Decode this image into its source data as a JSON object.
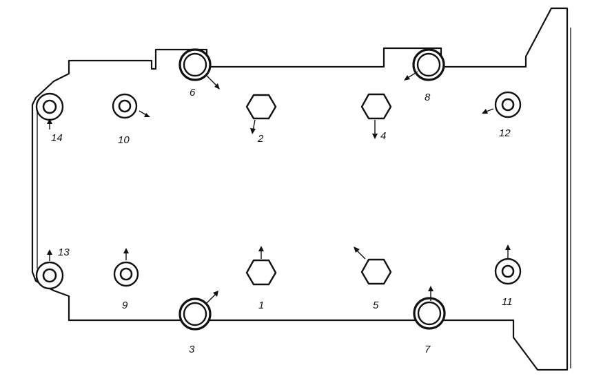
{
  "diagram": {
    "bolts": [
      {
        "label": "1"
      },
      {
        "label": "2"
      },
      {
        "label": "3"
      },
      {
        "label": "4"
      },
      {
        "label": "5"
      },
      {
        "label": "6"
      },
      {
        "label": "7"
      },
      {
        "label": "8"
      },
      {
        "label": "9"
      },
      {
        "label": "10"
      },
      {
        "label": "11"
      },
      {
        "label": "12"
      },
      {
        "label": "13"
      },
      {
        "label": "14"
      }
    ]
  }
}
